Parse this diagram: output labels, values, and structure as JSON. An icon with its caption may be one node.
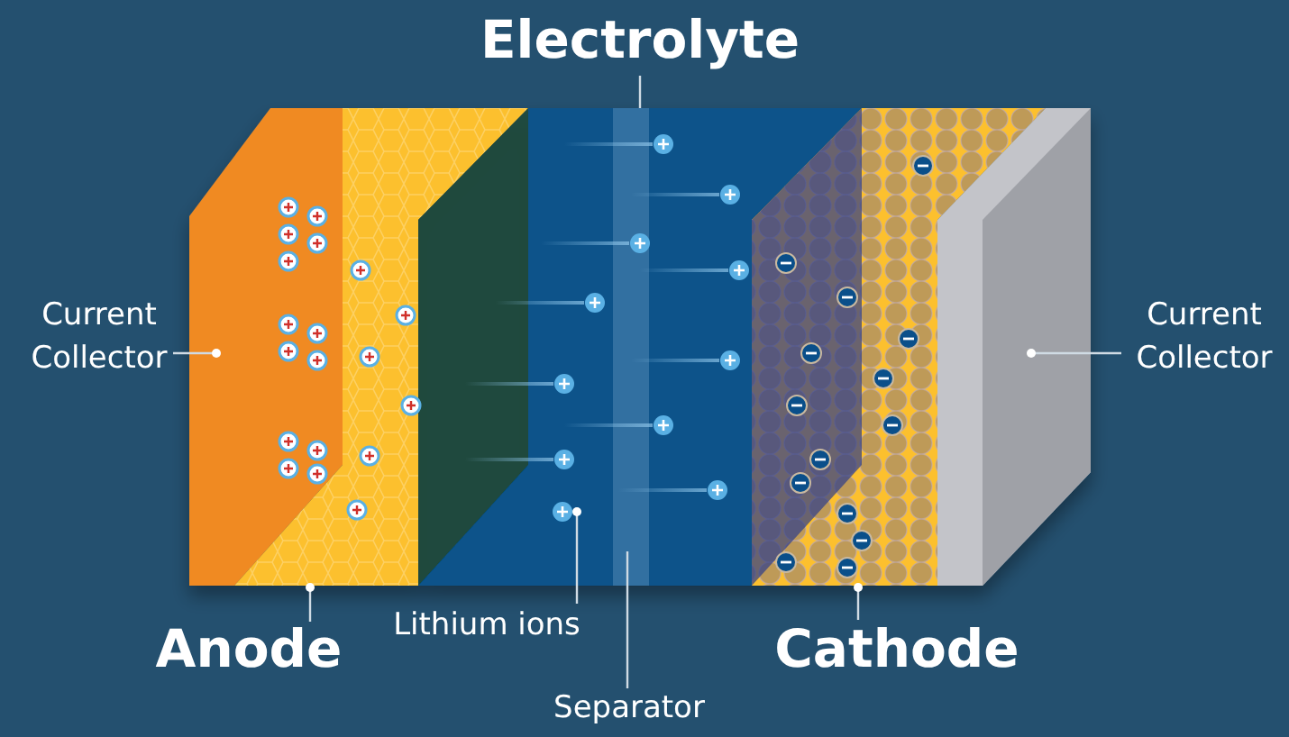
{
  "diagram": {
    "nodes": [
      {
        "text": [
          "Electrolyte"
        ]
      },
      {
        "text": [
          "Current Collector"
        ]
      },
      {
        "text": [
          "Current Collector"
        ]
      },
      {
        "text": [
          "Anode"
        ]
      },
      {
        "text": [
          "Lithium ions"
        ]
      },
      {
        "text": [
          "Cathode"
        ]
      },
      {
        "text": [
          "Separator"
        ]
      },
      {
        "text": [],
        "shape": "box"
      },
      {
        "text": [],
        "shape": "box"
      },
      {
        "text": [],
        "shape": "box"
      },
      {
        "text": [],
        "shape": "bar",
        "in": 9
      },
      {
        "text": [],
        "shape": "circle",
        "in": 9
      },
      {
        "text": [],
        "shape": "box"
      },
      {
        "text": [],
        "shape": "box"
      }
    ],
    "edges": [
      {
        "from": 0,
        "to": 9,
        "arrow": "none"
      },
      {
        "from": 1,
        "to": 7,
        "arrow": "other"
      },
      {
        "from": 2,
        "to": 13,
        "arrow": "other"
      },
      {
        "from": 3,
        "to": 8,
        "arrow": "other"
      },
      {
        "from": 4,
        "to": 11,
        "arrow": "other"
      },
      {
        "from": 5,
        "to": 12,
        "arrow": "other"
      },
      {
        "from": 6,
        "to": 10,
        "arrow": "none"
      }
    ]
  }
}
